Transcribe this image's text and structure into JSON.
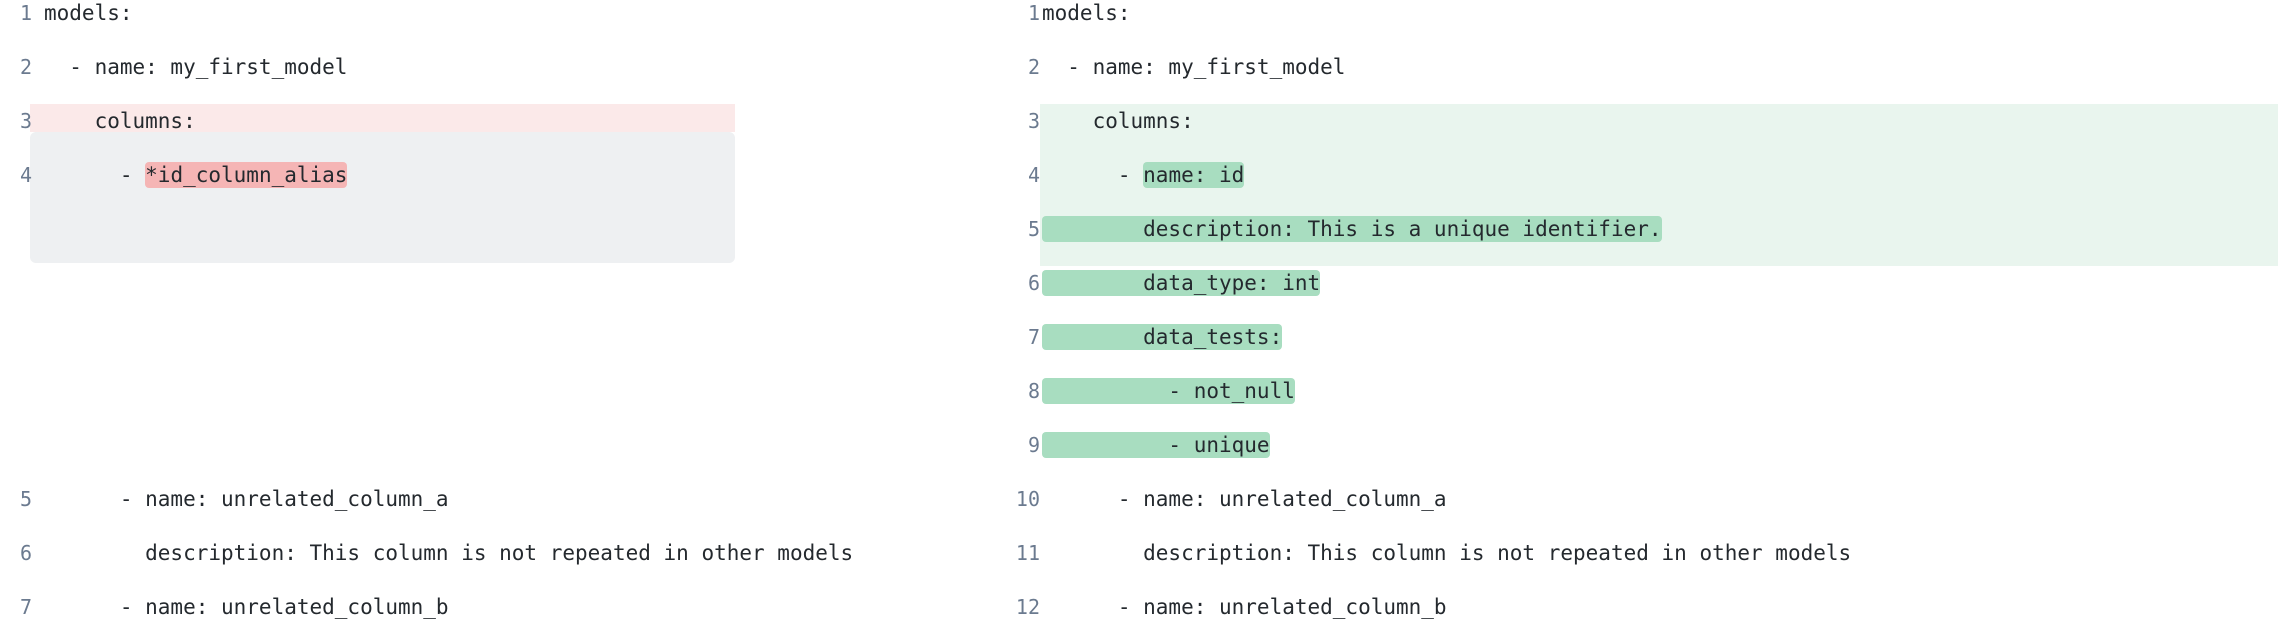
{
  "view": {
    "kind": "side-by-side-code-diff",
    "language": "yaml",
    "colors": {
      "page_background": "#ffffff",
      "text": "#24292e",
      "line_number": "#6b7a8f",
      "removed_row_background": "#fbe9e9",
      "removed_word_highlight": "#f5b5b5",
      "added_row_background": "#e9f5ee",
      "added_word_highlight": "#a8ddc0",
      "empty_filler_background": "#eef0f2"
    }
  },
  "left_pane": {
    "name": "before",
    "lines": [
      {
        "number": "1",
        "text": "models:",
        "state": "context"
      },
      {
        "number": "2",
        "text": "  - name: my_first_model",
        "state": "context"
      },
      {
        "number": "3",
        "text": "    columns:",
        "state": "context"
      },
      {
        "number": "4",
        "prefix": "      - ",
        "highlight": "*id_column_alias",
        "suffix": "",
        "state": "removed"
      },
      {
        "number": "",
        "text": "",
        "state": "filler"
      },
      {
        "number": "",
        "text": "",
        "state": "filler"
      },
      {
        "number": "",
        "text": "",
        "state": "filler"
      },
      {
        "number": "",
        "text": "",
        "state": "filler"
      },
      {
        "number": "",
        "text": "",
        "state": "filler"
      },
      {
        "number": "5",
        "text": "      - name: unrelated_column_a",
        "state": "context"
      },
      {
        "number": "6",
        "text": "        description: This column is not repeated in other models",
        "state": "context"
      },
      {
        "number": "7",
        "text": "      - name: unrelated_column_b",
        "state": "context"
      }
    ]
  },
  "right_pane": {
    "name": "after",
    "lines": [
      {
        "number": "1",
        "text": "models:",
        "state": "context"
      },
      {
        "number": "2",
        "text": "  - name: my_first_model",
        "state": "context"
      },
      {
        "number": "3",
        "text": "    columns:",
        "state": "context"
      },
      {
        "number": "4",
        "prefix": "      - ",
        "highlight": "name: id",
        "suffix": "",
        "state": "added"
      },
      {
        "number": "5",
        "prefix": "",
        "highlight": "        description: This is a unique identifier.",
        "suffix": "",
        "state": "added"
      },
      {
        "number": "6",
        "prefix": "",
        "highlight": "        data_type: int",
        "suffix": "",
        "state": "added"
      },
      {
        "number": "7",
        "prefix": "",
        "highlight": "        data_tests:",
        "suffix": "",
        "state": "added"
      },
      {
        "number": "8",
        "prefix": "",
        "highlight": "          - not_null",
        "suffix": "",
        "state": "added"
      },
      {
        "number": "9",
        "prefix": "",
        "highlight": "          - unique",
        "suffix": "",
        "state": "added"
      },
      {
        "number": "10",
        "text": "      - name: unrelated_column_a",
        "state": "context"
      },
      {
        "number": "11",
        "text": "        description: This column is not repeated in other models",
        "state": "context"
      },
      {
        "number": "12",
        "text": "      - name: unrelated_column_b",
        "state": "context"
      }
    ]
  }
}
